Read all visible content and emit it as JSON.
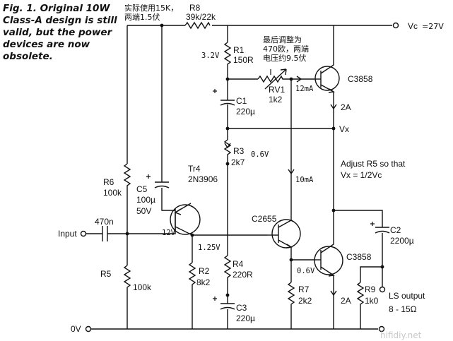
{
  "caption": {
    "lines": [
      "Fig. 1. Original 10W",
      "Class-A design is still",
      "valid, but the power",
      "devices are now",
      "obsolete."
    ]
  },
  "annotations": {
    "r8_note_line1": "实际使用15K，",
    "r8_note_line2": "两端1.5伏",
    "rv1_note_line1": "最后调整为",
    "rv1_note_line2": "470欧，两端",
    "rv1_note_line3": "电压约9.5伏",
    "vc_note": "=27V"
  },
  "labels": {
    "r8": "R8",
    "r8_value": "39k/22k",
    "vc": "Vc",
    "r1": "R1",
    "r1_value": "150R",
    "r1_voltage": "3.2V",
    "rv1": "RV1",
    "rv1_value": "1k2",
    "rv1_current": "12mA",
    "c1": "C1",
    "c1_value": "220µ",
    "q_top": "C3858",
    "q_top_current": "2A",
    "vx": "Vx",
    "r3": "R3",
    "r3_value": "2k7",
    "r3_voltage": "0.6V",
    "adjust_line1": "Adjust R5 so that",
    "adjust_line2": "Vx = 1/2Vc",
    "tr4": "Tr4",
    "tr4_type": "2N3906",
    "r6": "R6",
    "r6_value": "100k",
    "c5": "C5",
    "c5_value": "100µ",
    "c5_voltage": "50V",
    "tr4_voltage": "12V",
    "input": "Input",
    "input_cap": "470n",
    "mid_current": "10mA",
    "c2655": "C2655",
    "c2": "C2",
    "c2_value": "2200µ",
    "node_voltage": "1.25V",
    "r4": "R4",
    "r4_value": "220R",
    "q_bot": "C3858",
    "q_bot_vbe": "0.6V",
    "r5": "R5",
    "r5_value": "100k",
    "r2": "R2",
    "r2_value": "8k2",
    "r7": "R7",
    "r7_value": "2k2",
    "r9": "R9",
    "r9_value": "1k0",
    "q_bot_current": "2A",
    "c3": "C3",
    "c3_value": "220µ",
    "ls_output": "LS output",
    "ls_range": "8 - 15Ω",
    "ground": "0V",
    "watermark": "hifidiy.net"
  }
}
